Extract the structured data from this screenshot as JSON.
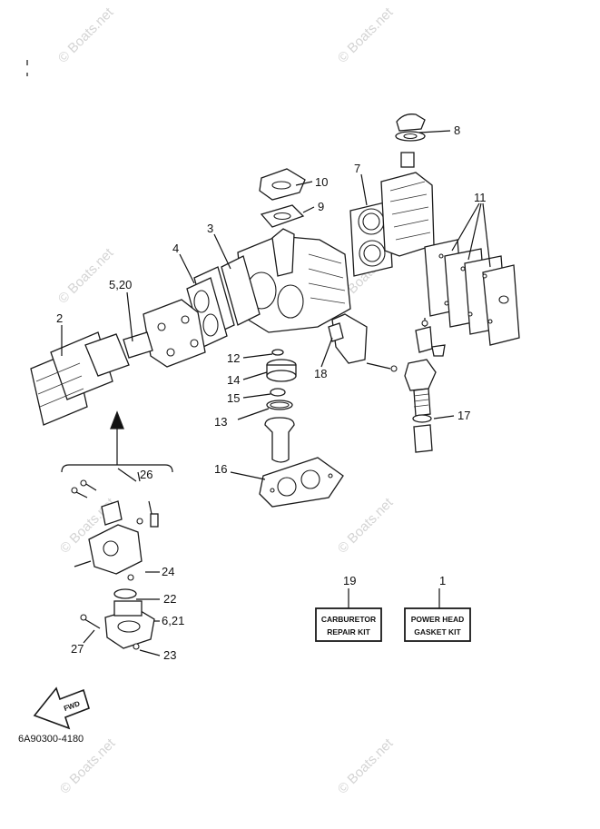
{
  "watermark": "© Boats.net",
  "callouts": {
    "c8": "8",
    "c7": "7",
    "c10": "10",
    "c9": "9",
    "c11": "11",
    "c3": "3",
    "c4": "4",
    "c5_20": "5,20",
    "c2": "2",
    "c12": "12",
    "c14": "14",
    "c15": "15",
    "c13": "13",
    "c18": "18",
    "c17": "17",
    "c16": "16",
    "c26": "26",
    "c24": "24",
    "c22": "22",
    "c6_21": "6,21",
    "c27": "27",
    "c23": "23",
    "c19": "19",
    "c1": "1"
  },
  "kits": {
    "carburetor_line1": "CARBURETOR",
    "carburetor_line2": "REPAIR KIT",
    "powerhead_line1": "POWER HEAD",
    "powerhead_line2": "GASKET KIT"
  },
  "fwd_label": "FWD",
  "diagram_code": "6A90300-4180"
}
